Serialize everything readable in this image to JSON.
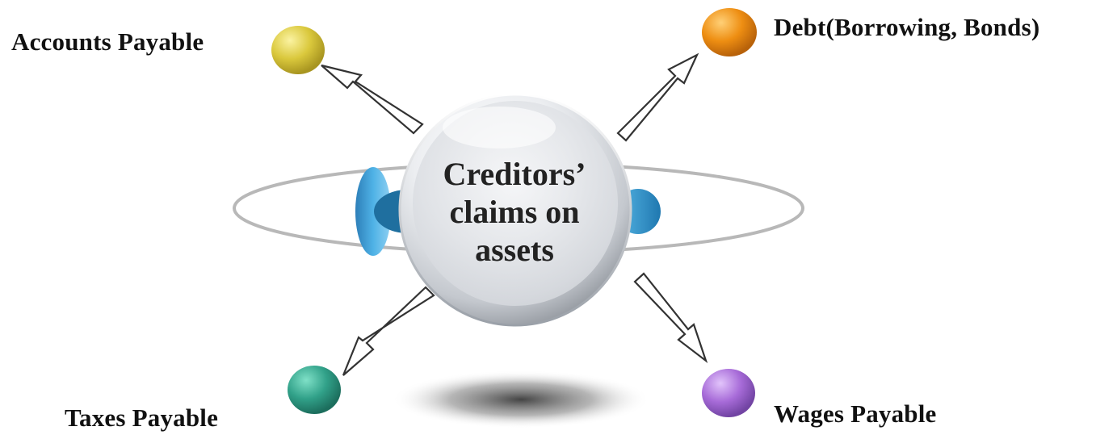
{
  "center": {
    "line1": "Creditors’",
    "line2": "claims on",
    "line3": "assets"
  },
  "items": [
    {
      "label": "Accounts Payable",
      "color": "#d8c63a"
    },
    {
      "label": "Debt(Borrowing, Bonds)",
      "color": "#e88a0c"
    },
    {
      "label": "Taxes Payable",
      "color": "#2f9e86"
    },
    {
      "label": "Wages Payable",
      "color": "#a66ad6"
    }
  ],
  "colors": {
    "ring": "#b8b8b8",
    "blue_accent": "#3a9fd6",
    "sphere": "#e4e6ea"
  }
}
